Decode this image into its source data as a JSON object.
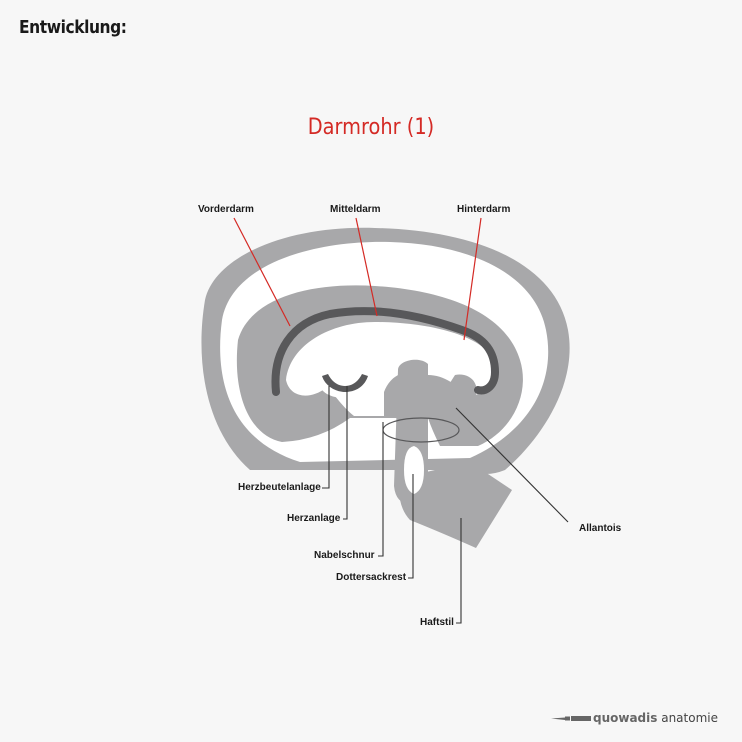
{
  "header": {
    "section_title": "Entwicklung:"
  },
  "diagram": {
    "title": "Darmrohr (1)",
    "labels": {
      "vorderdarm": "Vorderdarm",
      "mitteldarm": "Mitteldarm",
      "hinterdarm": "Hinterdarm",
      "herzbeutelanlage": "Herzbeutelanlage",
      "herzanlage": "Herzanlage",
      "nabelschnur": "Nabelschnur",
      "dottersackrest": "Dottersackrest",
      "haftstil": "Haftstil",
      "allantois": "Allantois"
    },
    "colors": {
      "title": "#d42a25",
      "highlight_line": "#d42a25",
      "tissue": "#a8a8aa",
      "gut": "#58585a",
      "cavity": "#ffffff"
    }
  },
  "footer": {
    "brand_bold": "quowadis",
    "brand_rest": " anatomie",
    "logo_icon": "scalpel-icon"
  }
}
